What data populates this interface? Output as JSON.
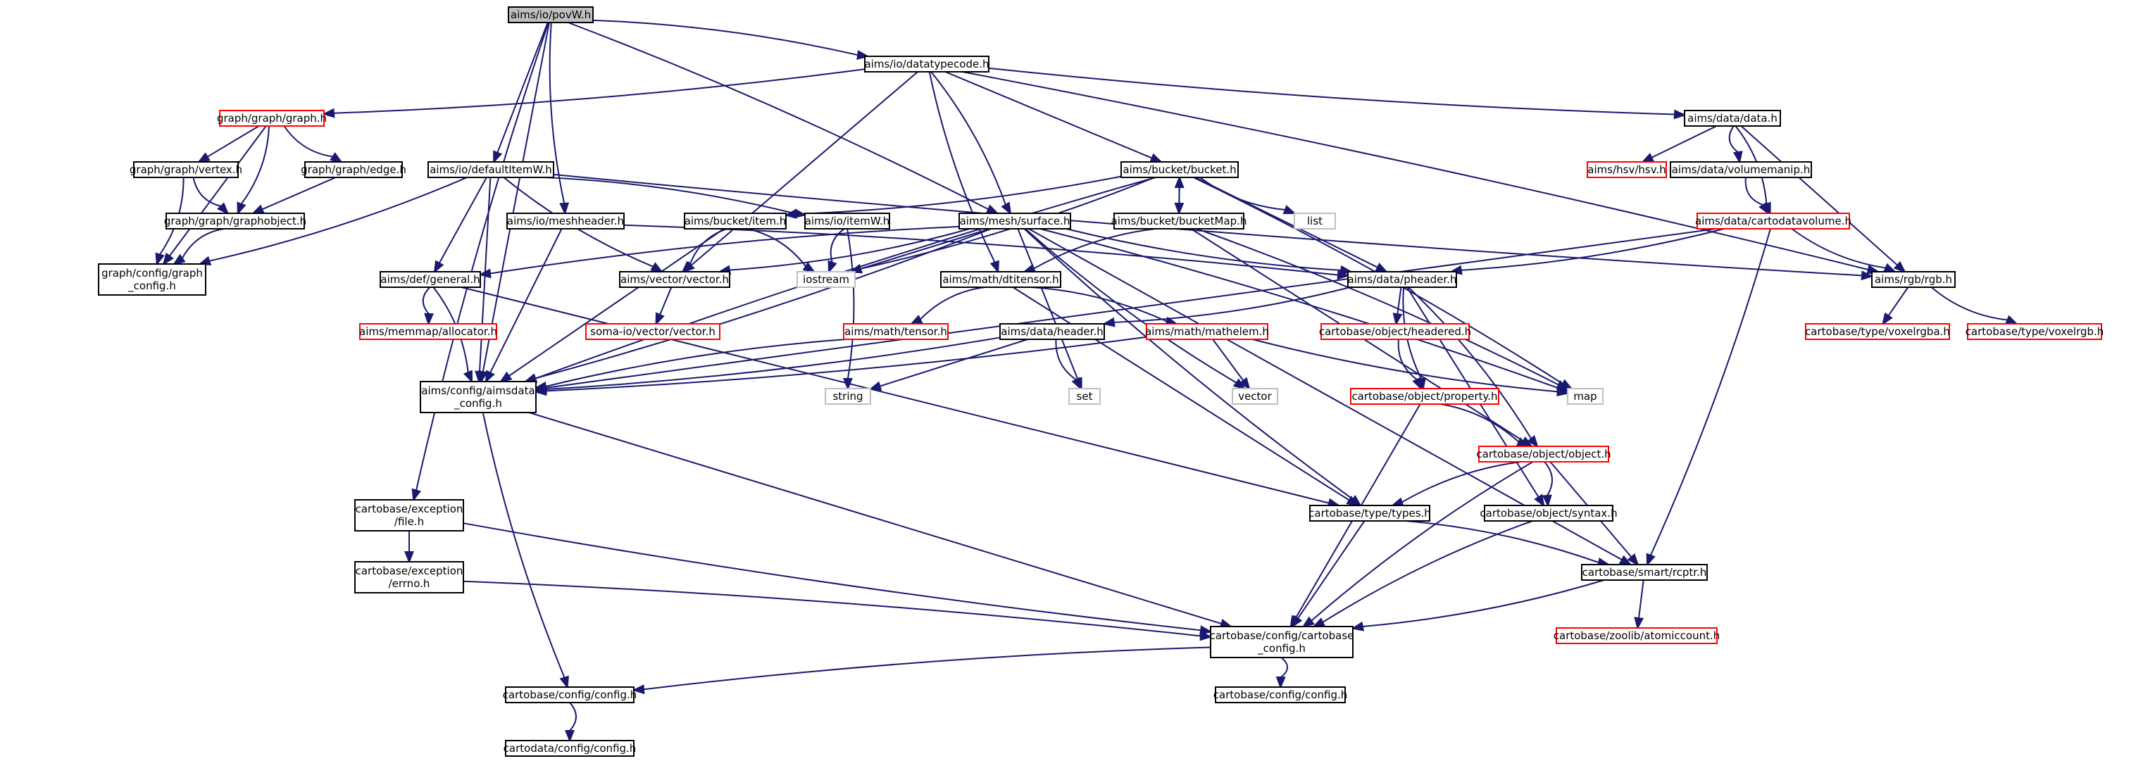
{
  "colors": {
    "edge": "#191970",
    "border_normal": "#000000",
    "border_missing_doc": "#ff0000",
    "border_external": "#bfbfbf",
    "fill_root": "#bfbfbf",
    "fill_default": "#ffffff",
    "text": "#000000"
  },
  "nodes": [
    {
      "id": "povW",
      "lines": [
        "aims/io/povW.h"
      ],
      "style": "root"
    },
    {
      "id": "datatypecode",
      "lines": [
        "aims/io/datatypecode.h"
      ],
      "style": "normal"
    },
    {
      "id": "graph",
      "lines": [
        "graph/graph/graph.h"
      ],
      "style": "red"
    },
    {
      "id": "vertex",
      "lines": [
        "graph/graph/vertex.h"
      ],
      "style": "normal"
    },
    {
      "id": "edgeh",
      "lines": [
        "graph/graph/edge.h"
      ],
      "style": "normal"
    },
    {
      "id": "graphobject",
      "lines": [
        "graph/graph/graphobject.h"
      ],
      "style": "normal"
    },
    {
      "id": "graphconfig",
      "lines": [
        "graph/config/graph",
        "_config.h"
      ],
      "style": "normal"
    },
    {
      "id": "defaultItemW",
      "lines": [
        "aims/io/defaultItemW.h"
      ],
      "style": "normal"
    },
    {
      "id": "meshheader",
      "lines": [
        "aims/io/meshheader.h"
      ],
      "style": "normal"
    },
    {
      "id": "general",
      "lines": [
        "aims/def/general.h"
      ],
      "style": "normal"
    },
    {
      "id": "allocator",
      "lines": [
        "aims/memmap/allocator.h"
      ],
      "style": "red"
    },
    {
      "id": "aimsdata_config",
      "lines": [
        "aims/config/aimsdata",
        "_config.h"
      ],
      "style": "normal"
    },
    {
      "id": "bitem",
      "lines": [
        "aims/bucket/item.h"
      ],
      "style": "normal"
    },
    {
      "id": "itemW",
      "lines": [
        "aims/io/itemW.h"
      ],
      "style": "normal"
    },
    {
      "id": "vectorh",
      "lines": [
        "aims/vector/vector.h"
      ],
      "style": "normal"
    },
    {
      "id": "somavector",
      "lines": [
        "soma-io/vector/vector.h"
      ],
      "style": "red"
    },
    {
      "id": "iostream",
      "lines": [
        "iostream"
      ],
      "style": "grey"
    },
    {
      "id": "surface",
      "lines": [
        "aims/mesh/surface.h"
      ],
      "style": "normal"
    },
    {
      "id": "bucket",
      "lines": [
        "aims/bucket/bucket.h"
      ],
      "style": "normal"
    },
    {
      "id": "bucketMap",
      "lines": [
        "aims/bucket/bucketMap.h"
      ],
      "style": "normal"
    },
    {
      "id": "list",
      "lines": [
        "list"
      ],
      "style": "grey"
    },
    {
      "id": "dtitensor",
      "lines": [
        "aims/math/dtitensor.h"
      ],
      "style": "normal"
    },
    {
      "id": "tensor",
      "lines": [
        "aims/math/tensor.h"
      ],
      "style": "red"
    },
    {
      "id": "mathelem",
      "lines": [
        "aims/math/mathelem.h"
      ],
      "style": "red"
    },
    {
      "id": "header",
      "lines": [
        "aims/data/header.h"
      ],
      "style": "normal"
    },
    {
      "id": "string",
      "lines": [
        "string"
      ],
      "style": "grey"
    },
    {
      "id": "set",
      "lines": [
        "set"
      ],
      "style": "grey"
    },
    {
      "id": "vector",
      "lines": [
        "vector"
      ],
      "style": "grey"
    },
    {
      "id": "map",
      "lines": [
        "map"
      ],
      "style": "grey"
    },
    {
      "id": "pheader",
      "lines": [
        "aims/data/pheader.h"
      ],
      "style": "normal"
    },
    {
      "id": "headered",
      "lines": [
        "cartobase/object/headered.h"
      ],
      "style": "red"
    },
    {
      "id": "property",
      "lines": [
        "cartobase/object/property.h"
      ],
      "style": "red"
    },
    {
      "id": "objecth",
      "lines": [
        "cartobase/object/object.h"
      ],
      "style": "red"
    },
    {
      "id": "types",
      "lines": [
        "cartobase/type/types.h"
      ],
      "style": "normal"
    },
    {
      "id": "syntax",
      "lines": [
        "cartobase/object/syntax.h"
      ],
      "style": "normal"
    },
    {
      "id": "rcptr",
      "lines": [
        "cartobase/smart/rcptr.h"
      ],
      "style": "normal"
    },
    {
      "id": "atomiccount",
      "lines": [
        "cartobase/zoolib/atomiccount.h"
      ],
      "style": "red"
    },
    {
      "id": "cbconfig",
      "lines": [
        "cartobase/config/cartobase",
        "_config.h"
      ],
      "style": "normal"
    },
    {
      "id": "cbconfigh_left",
      "lines": [
        "cartobase/config/config.h"
      ],
      "style": "normal"
    },
    {
      "id": "cbconfigh_right",
      "lines": [
        "cartobase/config/config.h"
      ],
      "style": "normal"
    },
    {
      "id": "cdconfig",
      "lines": [
        "cartodata/config/config.h"
      ],
      "style": "normal"
    },
    {
      "id": "fileh",
      "lines": [
        "cartobase/exception",
        "/file.h"
      ],
      "style": "normal"
    },
    {
      "id": "errno",
      "lines": [
        "cartobase/exception",
        "/errno.h"
      ],
      "style": "normal"
    },
    {
      "id": "datah",
      "lines": [
        "aims/data/data.h"
      ],
      "style": "normal"
    },
    {
      "id": "hsv",
      "lines": [
        "aims/hsv/hsv.h"
      ],
      "style": "red"
    },
    {
      "id": "volumemanip",
      "lines": [
        "aims/data/volumemanip.h"
      ],
      "style": "normal"
    },
    {
      "id": "cartodatavolume",
      "lines": [
        "aims/data/cartodatavolume.h"
      ],
      "style": "red"
    },
    {
      "id": "rgbh",
      "lines": [
        "aims/rgb/rgb.h"
      ],
      "style": "normal"
    },
    {
      "id": "voxelrgba",
      "lines": [
        "cartobase/type/voxelrgba.h"
      ],
      "style": "red"
    },
    {
      "id": "voxelrgb",
      "lines": [
        "cartobase/type/voxelrgb.h"
      ],
      "style": "red"
    }
  ],
  "edges": [
    [
      "povW",
      "datatypecode"
    ],
    [
      "povW",
      "defaultItemW"
    ],
    [
      "povW",
      "meshheader"
    ],
    [
      "povW",
      "surface"
    ],
    [
      "povW",
      "aimsdata_config"
    ],
    [
      "povW",
      "fileh"
    ],
    [
      "datatypecode",
      "graph"
    ],
    [
      "datatypecode",
      "vectorh"
    ],
    [
      "datatypecode",
      "dtitensor"
    ],
    [
      "datatypecode",
      "surface"
    ],
    [
      "datatypecode",
      "bucket"
    ],
    [
      "datatypecode",
      "datah"
    ],
    [
      "datatypecode",
      "rgbh"
    ],
    [
      "graph",
      "vertex"
    ],
    [
      "graph",
      "edgeh"
    ],
    [
      "graph",
      "graphobject"
    ],
    [
      "graph",
      "graphconfig"
    ],
    [
      "vertex",
      "graphobject"
    ],
    [
      "vertex",
      "graphconfig"
    ],
    [
      "edgeh",
      "graphobject"
    ],
    [
      "graphobject",
      "graphconfig"
    ],
    [
      "defaultItemW",
      "itemW"
    ],
    [
      "defaultItemW",
      "general"
    ],
    [
      "defaultItemW",
      "vectorh"
    ],
    [
      "defaultItemW",
      "graphconfig"
    ],
    [
      "defaultItemW",
      "aimsdata_config"
    ],
    [
      "defaultItemW",
      "rgbh"
    ],
    [
      "meshheader",
      "pheader"
    ],
    [
      "meshheader",
      "aimsdata_config"
    ],
    [
      "general",
      "allocator"
    ],
    [
      "general",
      "aimsdata_config"
    ],
    [
      "general",
      "types"
    ],
    [
      "bitem",
      "vectorh"
    ],
    [
      "bitem",
      "iostream"
    ],
    [
      "bitem",
      "aimsdata_config"
    ],
    [
      "itemW",
      "iostream"
    ],
    [
      "itemW",
      "string"
    ],
    [
      "vectorh",
      "somavector"
    ],
    [
      "surface",
      "general"
    ],
    [
      "surface",
      "vectorh"
    ],
    [
      "surface",
      "iostream"
    ],
    [
      "surface",
      "pheader"
    ],
    [
      "surface",
      "aimsdata_config"
    ],
    [
      "surface",
      "set"
    ],
    [
      "surface",
      "vector"
    ],
    [
      "surface",
      "map"
    ],
    [
      "surface",
      "rcptr"
    ],
    [
      "surface",
      "types"
    ],
    [
      "bucket",
      "bitem"
    ],
    [
      "bucket",
      "bucketMap"
    ],
    [
      "bucket",
      "list"
    ],
    [
      "bucket",
      "iostream"
    ],
    [
      "bucket",
      "pheader"
    ],
    [
      "bucket",
      "aimsdata_config"
    ],
    [
      "bucket",
      "map"
    ],
    [
      "bucketMap",
      "bucket"
    ],
    [
      "bucketMap",
      "dtitensor"
    ],
    [
      "bucketMap",
      "map"
    ],
    [
      "bucketMap",
      "objecth"
    ],
    [
      "dtitensor",
      "tensor"
    ],
    [
      "dtitensor",
      "mathelem"
    ],
    [
      "dtitensor",
      "types"
    ],
    [
      "tensor",
      "aimsdata_config"
    ],
    [
      "mathelem",
      "aimsdata_config"
    ],
    [
      "mathelem",
      "vector"
    ],
    [
      "mathelem",
      "map"
    ],
    [
      "header",
      "aimsdata_config"
    ],
    [
      "header",
      "string"
    ],
    [
      "header",
      "set"
    ],
    [
      "pheader",
      "header"
    ],
    [
      "pheader",
      "headered"
    ],
    [
      "pheader",
      "property"
    ],
    [
      "pheader",
      "objecth"
    ],
    [
      "pheader",
      "syntax"
    ],
    [
      "headered",
      "property"
    ],
    [
      "property",
      "objecth"
    ],
    [
      "property",
      "cbconfig"
    ],
    [
      "objecth",
      "types"
    ],
    [
      "objecth",
      "syntax"
    ],
    [
      "objecth",
      "rcptr"
    ],
    [
      "objecth",
      "cbconfig"
    ],
    [
      "types",
      "rcptr"
    ],
    [
      "types",
      "cbconfig"
    ],
    [
      "syntax",
      "cbconfig"
    ],
    [
      "rcptr",
      "cbconfig"
    ],
    [
      "rcptr",
      "atomiccount"
    ],
    [
      "cbconfig",
      "cbconfigh_left"
    ],
    [
      "cbconfig",
      "cbconfigh_right"
    ],
    [
      "aimsdata_config",
      "cbconfig"
    ],
    [
      "aimsdata_config",
      "cbconfigh_left"
    ],
    [
      "cbconfigh_left",
      "cdconfig"
    ],
    [
      "fileh",
      "errno"
    ],
    [
      "fileh",
      "cbconfig"
    ],
    [
      "errno",
      "cbconfig"
    ],
    [
      "datah",
      "hsv"
    ],
    [
      "datah",
      "volumemanip"
    ],
    [
      "datah",
      "cartodatavolume"
    ],
    [
      "datah",
      "rgbh"
    ],
    [
      "volumemanip",
      "cartodatavolume"
    ],
    [
      "cartodatavolume",
      "pheader"
    ],
    [
      "cartodatavolume",
      "aimsdata_config"
    ],
    [
      "cartodatavolume",
      "rgbh"
    ],
    [
      "cartodatavolume",
      "rcptr"
    ],
    [
      "rgbh",
      "voxelrgba"
    ],
    [
      "rgbh",
      "voxelrgb"
    ]
  ]
}
